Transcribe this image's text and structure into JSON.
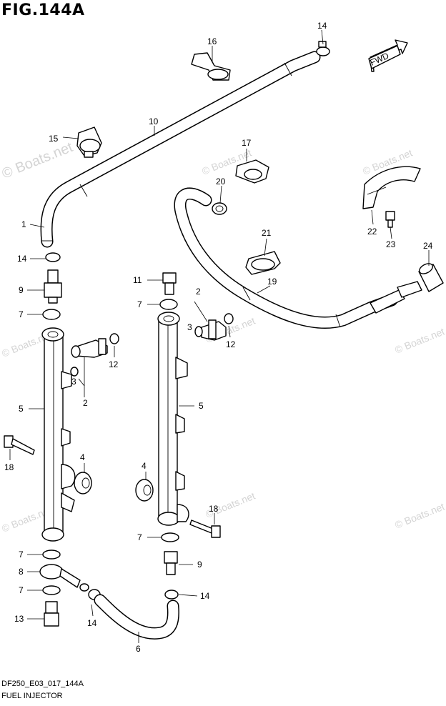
{
  "figure": {
    "title": "FIG.144A",
    "code": "DF250_E03_017_144A",
    "caption": "FUEL INJECTOR"
  },
  "watermark": "© Boats.net",
  "forward_arrow": {
    "label": "FWD"
  },
  "callouts": {
    "c1": "1",
    "c2a": "2",
    "c2b": "2",
    "c3a": "3",
    "c3b": "3",
    "c4a": "4",
    "c4b": "4",
    "c5a": "5",
    "c5b": "5",
    "c6": "6",
    "c7a": "7",
    "c7b": "7",
    "c7c": "7",
    "c7d": "7",
    "c7e": "7",
    "c8": "8",
    "c9a": "9",
    "c9b": "9",
    "c10": "10",
    "c11": "11",
    "c12a": "12",
    "c12b": "12",
    "c13": "13",
    "c14a": "14",
    "c14b": "14",
    "c14c": "14",
    "c14d": "14",
    "c15": "15",
    "c16": "16",
    "c17": "17",
    "c18a": "18",
    "c18b": "18",
    "c19": "19",
    "c20": "20",
    "c21": "21",
    "c22": "22",
    "c23": "23",
    "c24": "24"
  }
}
